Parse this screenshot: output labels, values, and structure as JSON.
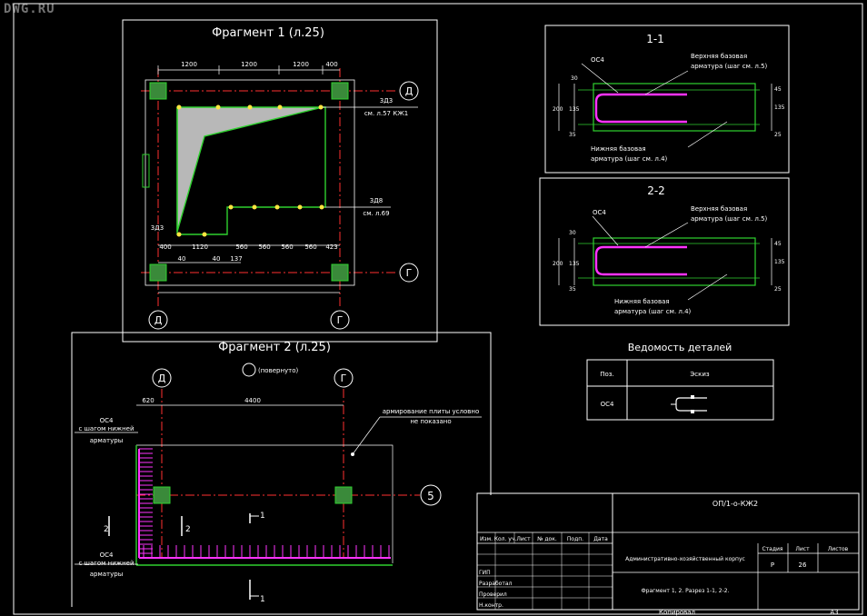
{
  "watermark": "DWG.RU",
  "fragment1": {
    "title": "Фрагмент 1 (л.25)",
    "top_dims": [
      "1200",
      "1200",
      "1200",
      "400"
    ],
    "bottom_dims": [
      "400",
      "1120",
      "560",
      "560",
      "560",
      "560",
      "423"
    ],
    "small_dims": [
      "40",
      "40",
      "137"
    ],
    "axes": [
      "Д",
      "Г",
      "Д",
      "Г"
    ],
    "note_top_a": "3Д3",
    "note_top_b": "см. л.57 КЖ1",
    "note_mid_a": "3Д8",
    "note_mid_b": "см. л.69",
    "note_left": "3Д3"
  },
  "fragment2": {
    "title": "Фрагмент 2 (л.25)",
    "rotated_note": "(повернуто)",
    "dims": [
      "620",
      "4400"
    ],
    "axes": [
      "Д",
      "Г",
      "5"
    ],
    "note_plates_a": "армирование плиты условно",
    "note_plates_b": "не показано",
    "oc4_upper": [
      "ОС4",
      "с шагом нижней",
      "арматуры"
    ],
    "oc4_lower": [
      "ОС4",
      "с шагом нижней",
      "арматуры"
    ],
    "section_marks": [
      "2",
      "2",
      "1",
      "1"
    ]
  },
  "section11": {
    "title": "1-1",
    "label_oc": "ОС4",
    "upper_a": "Верхняя базовая",
    "upper_b": "арматура (шаг см. л.5)",
    "lower_a": "Нижняя базовая",
    "lower_b": "арматура (шаг см. л.4)",
    "dims_left": [
      "30",
      "200",
      "135",
      "35"
    ],
    "dims_right": [
      "45",
      "135",
      "25"
    ]
  },
  "section22": {
    "title": "2-2",
    "label_oc": "ОС4",
    "upper_a": "Верхняя базовая",
    "upper_b": "арматура (шаг см. л.5)",
    "lower_a": "Нижняя базовая",
    "lower_b": "арматура (шаг см. л.4)",
    "dims_left": [
      "30",
      "200",
      "135",
      "35"
    ],
    "dims_right": [
      "45",
      "135",
      "25"
    ]
  },
  "schedule": {
    "title": "Ведомость деталей",
    "col_pos": "Поз.",
    "col_sketch": "Эскиз",
    "row_pos": "ОС4"
  },
  "titleblock": {
    "doc_code": "ОП/1-о-КЖ2",
    "header_cells": [
      "Изм.",
      "Кол. уч.",
      "Лист",
      "№ док.",
      "Подп.",
      "Дата"
    ],
    "roles": [
      "ГИП",
      "Разработал",
      "Проверил",
      "Н.контр."
    ],
    "building": "Административно-хозяйственный корпус",
    "col_stage": "Стадия",
    "col_sheet": "Лист",
    "col_sheets": "Листов",
    "stage": "Р",
    "sheet": "26",
    "sheet_title": "Фрагмент 1, 2. Разрез 1-1, 2-2.",
    "copied": "Копировал",
    "format": "А3"
  },
  "colors": {
    "background": "#000000",
    "frame": "#ffffff",
    "concrete": "#2fd12f",
    "rebar": "#ff33ff",
    "axis": "#ff3030",
    "column": "#3a8a3a",
    "hatch": "#b8b8b8",
    "node": "#ffe640"
  }
}
